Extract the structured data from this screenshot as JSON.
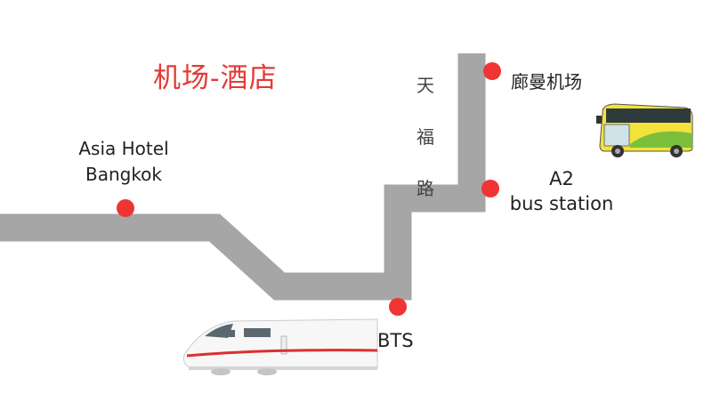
{
  "title": "机场-酒店",
  "road": {
    "chars": [
      "天",
      "福",
      "路"
    ]
  },
  "places": {
    "hotel": {
      "line1": "Asia Hotel",
      "line2": "Bangkok"
    },
    "airport": {
      "label": "廊曼机场"
    },
    "a2": {
      "line1": "A2",
      "line2": "bus station"
    },
    "bts": {
      "label": "BTS"
    }
  },
  "colors": {
    "route": "#a6a6a6",
    "marker": "#ef3434",
    "title": "#e53935"
  },
  "icons": {
    "bus": "bus-icon",
    "train": "bts-train-icon"
  }
}
